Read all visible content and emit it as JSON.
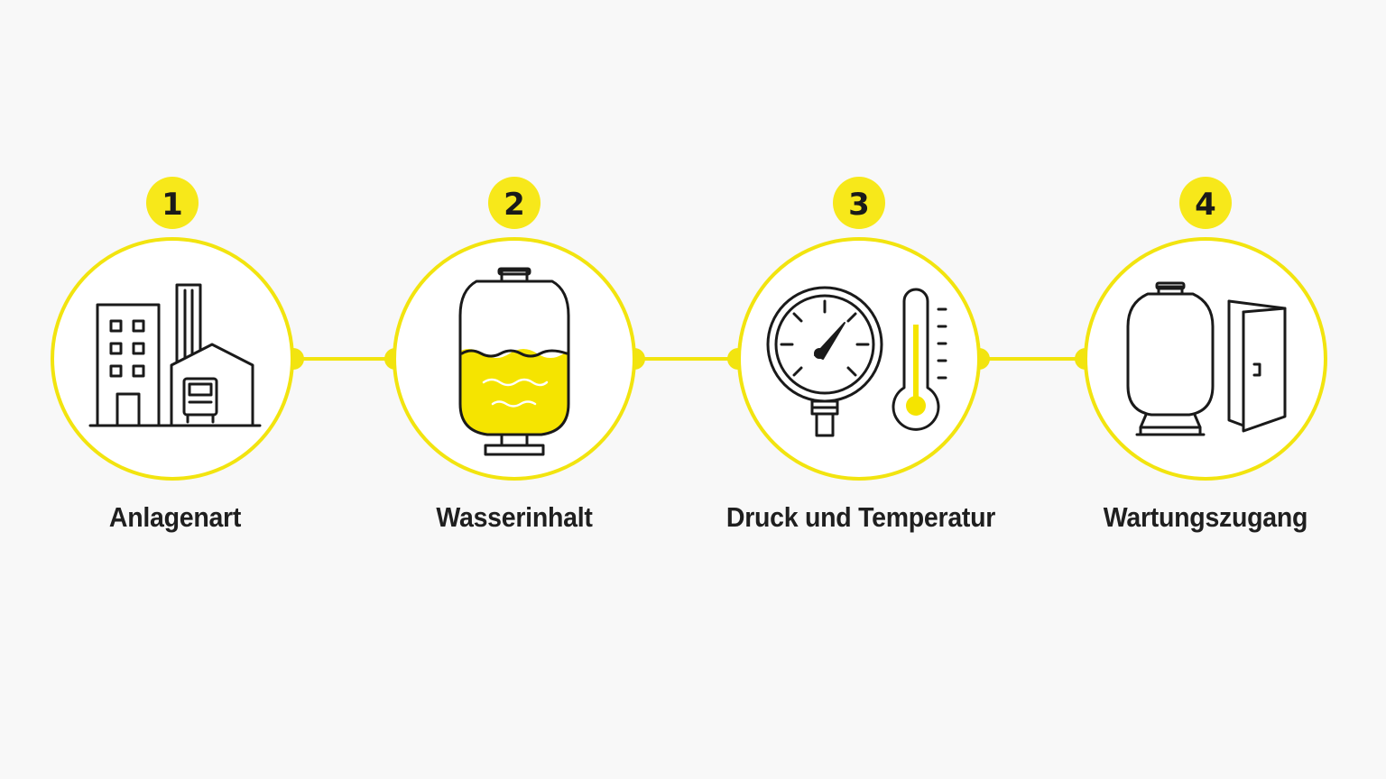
{
  "colors": {
    "accent": "#f2e40f",
    "ink": "#1a1a1a",
    "background": "#f8f8f8"
  },
  "steps": [
    {
      "number": "1",
      "label": "Anlagenart",
      "icon": "industrial-building-icon"
    },
    {
      "number": "2",
      "label": "Wasserinhalt",
      "icon": "water-tank-icon"
    },
    {
      "number": "3",
      "label": "Druck und Temperatur",
      "icon": "pressure-gauge-thermometer-icon"
    },
    {
      "number": "4",
      "label": "Wartungszugang",
      "icon": "vessel-door-icon"
    }
  ]
}
